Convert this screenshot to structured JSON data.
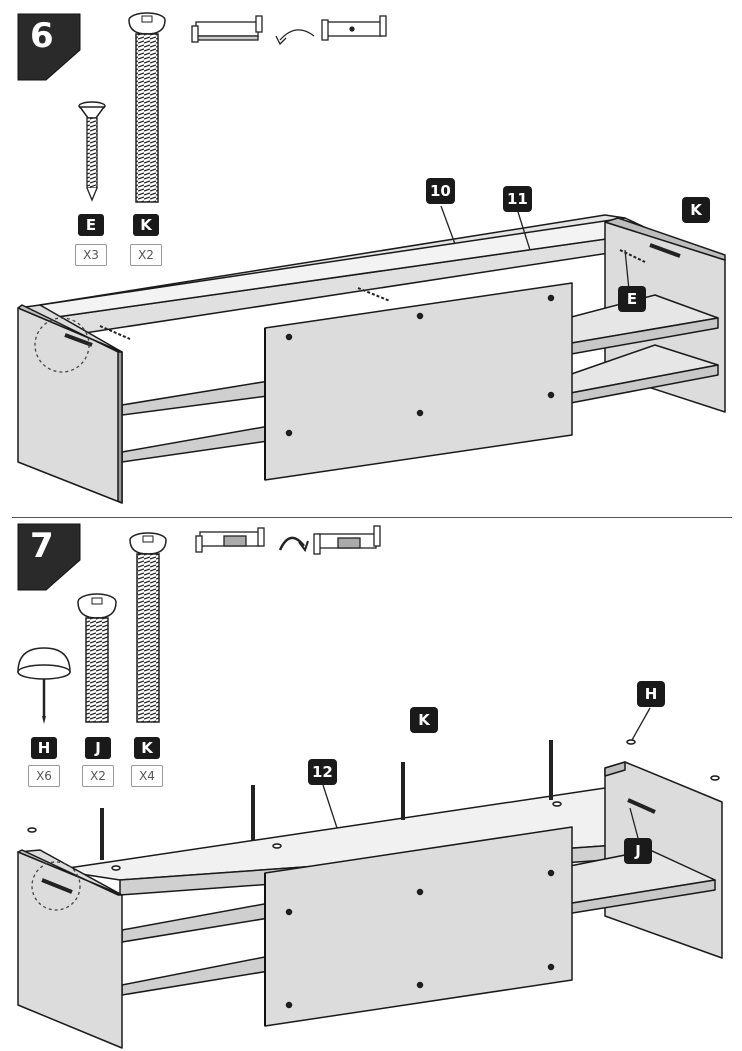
{
  "step6": {
    "number": "6",
    "hardware": [
      {
        "letter": "E",
        "qty": "X3"
      },
      {
        "letter": "K",
        "qty": "X2"
      }
    ],
    "callouts": [
      "10",
      "11",
      "K",
      "E"
    ]
  },
  "step7": {
    "number": "7",
    "hardware": [
      {
        "letter": "H",
        "qty": "X6"
      },
      {
        "letter": "J",
        "qty": "X2"
      },
      {
        "letter": "K",
        "qty": "X4"
      }
    ],
    "callouts": [
      "K",
      "12",
      "H",
      "J"
    ]
  },
  "colors": {
    "badge": "#2a2a2a",
    "panel": "#dcdcdc",
    "panel_dark": "#bdbdbd",
    "outline": "#1a1a1a"
  }
}
